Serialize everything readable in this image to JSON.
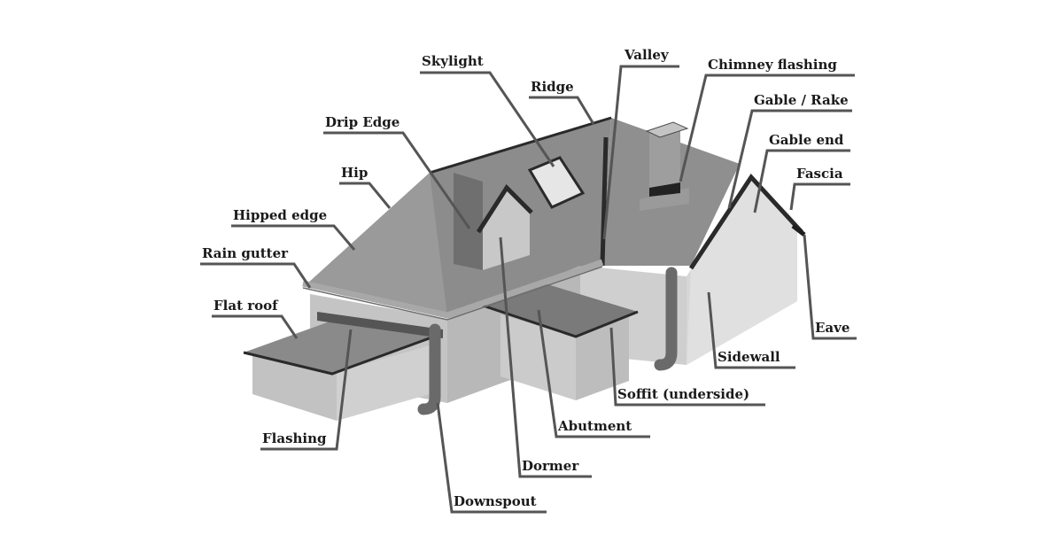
{
  "labels": {
    "skylight": "Skylight",
    "valley": "Valley",
    "chimney_flashing": "Chimney flashing",
    "ridge": "Ridge",
    "gable_rake": "Gable / Rake",
    "drip_edge": "Drip Edge",
    "gable_end": "Gable end",
    "hip": "Hip",
    "fascia": "Fascia",
    "hipped_edge": "Hipped edge",
    "rain_gutter": "Rain gutter",
    "flat_roof": "Flat roof",
    "eave": "Eave",
    "sidewall": "Sidewall",
    "soffit": "Soffit (underside)",
    "abutment": "Abutment",
    "flashing": "Flashing",
    "dormer": "Dormer",
    "downspout": "Downspout"
  }
}
